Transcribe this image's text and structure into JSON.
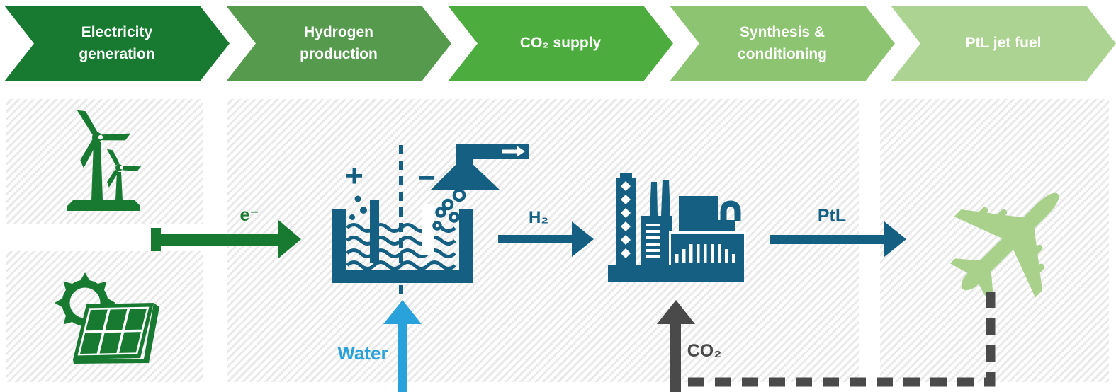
{
  "process_steps": [
    {
      "id": "electricity-generation",
      "label": "Electricity generation",
      "color": "#177a30"
    },
    {
      "id": "hydrogen-production",
      "label": "Hydrogen production",
      "color": "#569a4e"
    },
    {
      "id": "co2-supply",
      "label": "CO₂ supply",
      "color": "#4cad3e"
    },
    {
      "id": "synthesis-conditioning",
      "label": "Synthesis & conditioning",
      "color": "#8cc471"
    },
    {
      "id": "ptl-jet-fuel",
      "label": "PtL jet fuel",
      "color": "#acd391"
    }
  ],
  "flow_labels": {
    "electricity": "e⁻",
    "hydrogen": "H₂",
    "ptl": "PtL",
    "water": "Water",
    "co2": "CO₂"
  },
  "electrolyzer": {
    "anode_sign": "+",
    "cathode_sign": "−"
  },
  "icons": {
    "wind_turbines": "wind-turbines-icon",
    "solar_panel": "solar-panel-icon",
    "electrolyzer": "electrolyzer-icon",
    "synthesis_plant": "factory-icon",
    "airplane": "airplane-icon",
    "duct_flow": "right-arrow-icon"
  },
  "colors": {
    "step_1": "#177a30",
    "step_2": "#569a4e",
    "step_3": "#4cad3e",
    "step_4": "#8cc471",
    "step_5": "#acd391",
    "icon_green": "#177a30",
    "teal": "#156082",
    "water_blue": "#29a2db",
    "dark_gray": "#4a4a4a",
    "plane_green": "#a9d18c",
    "hatch": "#e9e9e9"
  }
}
